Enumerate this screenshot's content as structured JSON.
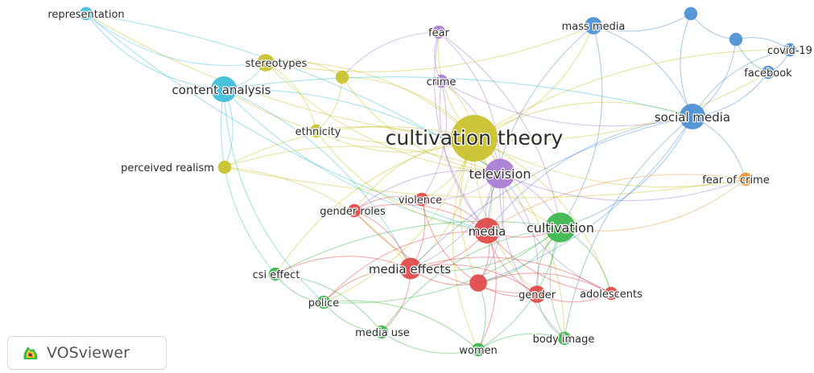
{
  "branding": {
    "name": "VOSviewer",
    "logo_icon": "vosviewer-logo-icon"
  },
  "clusters": {
    "yellow": "#c9c12a",
    "cyan": "#3dbcd9",
    "blue": "#4a8fd4",
    "purple": "#a87bd1",
    "red": "#e04848",
    "green": "#3ab54a",
    "orange": "#f0922e"
  },
  "nodes": [
    {
      "id": "cultivation-theory",
      "label": "cultivation theory",
      "cluster": "yellow",
      "weight": 10
    },
    {
      "id": "content-analysis",
      "label": "content analysis",
      "cluster": "cyan",
      "weight": 5
    },
    {
      "id": "representation",
      "label": "representation",
      "cluster": "cyan",
      "weight": 2
    },
    {
      "id": "stereotypes",
      "label": "stereotypes",
      "cluster": "yellow",
      "weight": 3
    },
    {
      "id": "ethnicity",
      "label": "ethnicity",
      "cluster": "yellow",
      "weight": 2
    },
    {
      "id": "perceived-realism",
      "label": "perceived realism",
      "cluster": "yellow",
      "weight": 2
    },
    {
      "id": "fear",
      "label": "fear",
      "cluster": "purple",
      "weight": 2
    },
    {
      "id": "crime",
      "label": "crime",
      "cluster": "purple",
      "weight": 2
    },
    {
      "id": "television",
      "label": "television",
      "cluster": "purple",
      "weight": 6
    },
    {
      "id": "mass-media",
      "label": "mass media",
      "cluster": "blue",
      "weight": 3
    },
    {
      "id": "covid-19",
      "label": "covid-19",
      "cluster": "blue",
      "weight": 2
    },
    {
      "id": "facebook",
      "label": "facebook",
      "cluster": "blue",
      "weight": 2
    },
    {
      "id": "social-media",
      "label": "social media",
      "cluster": "blue",
      "weight": 5
    },
    {
      "id": "fear-of-crime",
      "label": "fear of crime",
      "cluster": "orange",
      "weight": 2
    },
    {
      "id": "violence",
      "label": "violence",
      "cluster": "red",
      "weight": 2
    },
    {
      "id": "gender-roles",
      "label": "gender roles",
      "cluster": "red",
      "weight": 2
    },
    {
      "id": "media",
      "label": "media",
      "cluster": "red",
      "weight": 5
    },
    {
      "id": "cultivation",
      "label": "cultivation",
      "cluster": "green",
      "weight": 6
    },
    {
      "id": "media-effects",
      "label": "media effects",
      "cluster": "red",
      "weight": 4
    },
    {
      "id": "csi-effect",
      "label": "csi effect",
      "cluster": "green",
      "weight": 2
    },
    {
      "id": "police",
      "label": "police",
      "cluster": "green",
      "weight": 2
    },
    {
      "id": "media-use",
      "label": "media use",
      "cluster": "green",
      "weight": 2
    },
    {
      "id": "women",
      "label": "women",
      "cluster": "green",
      "weight": 2
    },
    {
      "id": "body-image",
      "label": "body image",
      "cluster": "green",
      "weight": 2
    },
    {
      "id": "gender",
      "label": "gender",
      "cluster": "red",
      "weight": 3
    },
    {
      "id": "adolescents",
      "label": "adolescents",
      "cluster": "red",
      "weight": 2
    },
    {
      "id": "n-yellow-1",
      "label": "",
      "cluster": "yellow",
      "weight": 2
    },
    {
      "id": "n-red-1",
      "label": "",
      "cluster": "red",
      "weight": 3
    },
    {
      "id": "n-blue-1",
      "label": "",
      "cluster": "blue",
      "weight": 2
    },
    {
      "id": "n-blue-2",
      "label": "",
      "cluster": "blue",
      "weight": 2
    }
  ],
  "links": [
    [
      "cultivation-theory",
      "content-analysis"
    ],
    [
      "cultivation-theory",
      "stereotypes"
    ],
    [
      "cultivation-theory",
      "ethnicity"
    ],
    [
      "cultivation-theory",
      "perceived-realism"
    ],
    [
      "cultivation-theory",
      "fear"
    ],
    [
      "cultivation-theory",
      "crime"
    ],
    [
      "cultivation-theory",
      "television"
    ],
    [
      "cultivation-theory",
      "mass-media"
    ],
    [
      "cultivation-theory",
      "social-media"
    ],
    [
      "cultivation-theory",
      "fear-of-crime"
    ],
    [
      "cultivation-theory",
      "violence"
    ],
    [
      "cultivation-theory",
      "gender-roles"
    ],
    [
      "cultivation-theory",
      "media"
    ],
    [
      "cultivation-theory",
      "cultivation"
    ],
    [
      "cultivation-theory",
      "media-effects"
    ],
    [
      "cultivation-theory",
      "csi-effect"
    ],
    [
      "cultivation-theory",
      "police"
    ],
    [
      "cultivation-theory",
      "gender"
    ],
    [
      "cultivation-theory",
      "adolescents"
    ],
    [
      "cultivation-theory",
      "n-yellow-1"
    ],
    [
      "cultivation-theory",
      "covid-19"
    ],
    [
      "cultivation-theory",
      "facebook"
    ],
    [
      "cultivation-theory",
      "representation"
    ],
    [
      "cultivation-theory",
      "n-red-1"
    ],
    [
      "cultivation-theory",
      "body-image"
    ],
    [
      "cultivation-theory",
      "women"
    ],
    [
      "content-analysis",
      "representation"
    ],
    [
      "content-analysis",
      "stereotypes"
    ],
    [
      "content-analysis",
      "television"
    ],
    [
      "content-analysis",
      "media"
    ],
    [
      "content-analysis",
      "social-media"
    ],
    [
      "content-analysis",
      "csi-effect"
    ],
    [
      "content-analysis",
      "perceived-realism"
    ],
    [
      "content-analysis",
      "police"
    ],
    [
      "content-analysis",
      "media-effects"
    ],
    [
      "representation",
      "stereotypes"
    ],
    [
      "representation",
      "television"
    ],
    [
      "representation",
      "media"
    ],
    [
      "stereotypes",
      "ethnicity"
    ],
    [
      "stereotypes",
      "television"
    ],
    [
      "stereotypes",
      "n-yellow-1"
    ],
    [
      "stereotypes",
      "mass-media"
    ],
    [
      "ethnicity",
      "television"
    ],
    [
      "ethnicity",
      "media"
    ],
    [
      "perceived-realism",
      "television"
    ],
    [
      "perceived-realism",
      "fear-of-crime"
    ],
    [
      "perceived-realism",
      "media-effects"
    ],
    [
      "fear",
      "crime"
    ],
    [
      "fear",
      "television"
    ],
    [
      "fear",
      "media"
    ],
    [
      "fear",
      "cultivation"
    ],
    [
      "fear",
      "n-yellow-1"
    ],
    [
      "crime",
      "television"
    ],
    [
      "crime",
      "media"
    ],
    [
      "crime",
      "violence"
    ],
    [
      "crime",
      "social-media"
    ],
    [
      "television",
      "cultivation"
    ],
    [
      "television",
      "media"
    ],
    [
      "television",
      "violence"
    ],
    [
      "television",
      "gender-roles"
    ],
    [
      "television",
      "media-effects"
    ],
    [
      "television",
      "fear-of-crime"
    ],
    [
      "television",
      "gender"
    ],
    [
      "television",
      "adolescents"
    ],
    [
      "television",
      "n-red-1"
    ],
    [
      "television",
      "body-image"
    ],
    [
      "mass-media",
      "social-media"
    ],
    [
      "mass-media",
      "n-blue-1"
    ],
    [
      "mass-media",
      "cultivation"
    ],
    [
      "mass-media",
      "media"
    ],
    [
      "social-media",
      "covid-19"
    ],
    [
      "social-media",
      "facebook"
    ],
    [
      "social-media",
      "n-blue-1"
    ],
    [
      "social-media",
      "n-blue-2"
    ],
    [
      "social-media",
      "cultivation"
    ],
    [
      "social-media",
      "media"
    ],
    [
      "social-media",
      "fear-of-crime"
    ],
    [
      "social-media",
      "media-effects"
    ],
    [
      "social-media",
      "n-red-1"
    ],
    [
      "social-media",
      "body-image"
    ],
    [
      "covid-19",
      "facebook"
    ],
    [
      "covid-19",
      "n-blue-2"
    ],
    [
      "facebook",
      "n-blue-2"
    ],
    [
      "n-blue-1",
      "n-blue-2"
    ],
    [
      "fear-of-crime",
      "cultivation"
    ],
    [
      "fear-of-crime",
      "media"
    ],
    [
      "violence",
      "media"
    ],
    [
      "violence",
      "gender-roles"
    ],
    [
      "violence",
      "media-effects"
    ],
    [
      "violence",
      "n-red-1"
    ],
    [
      "gender-roles",
      "media"
    ],
    [
      "gender-roles",
      "gender"
    ],
    [
      "gender-roles",
      "media-effects"
    ],
    [
      "media",
      "cultivation"
    ],
    [
      "media",
      "media-effects"
    ],
    [
      "media",
      "gender"
    ],
    [
      "media",
      "n-red-1"
    ],
    [
      "media",
      "adolescents"
    ],
    [
      "media",
      "women"
    ],
    [
      "media",
      "police"
    ],
    [
      "cultivation",
      "media-effects"
    ],
    [
      "cultivation",
      "gender"
    ],
    [
      "cultivation",
      "adolescents"
    ],
    [
      "cultivation",
      "body-image"
    ],
    [
      "cultivation",
      "women"
    ],
    [
      "cultivation",
      "media-use"
    ],
    [
      "cultivation",
      "n-red-1"
    ],
    [
      "cultivation",
      "csi-effect"
    ],
    [
      "cultivation",
      "police"
    ],
    [
      "media-effects",
      "n-red-1"
    ],
    [
      "media-effects",
      "gender"
    ],
    [
      "media-effects",
      "csi-effect"
    ],
    [
      "media-effects",
      "media-use"
    ],
    [
      "media-effects",
      "police"
    ],
    [
      "media-effects",
      "adolescents"
    ],
    [
      "csi-effect",
      "police"
    ],
    [
      "csi-effect",
      "media-use"
    ],
    [
      "police",
      "media-use"
    ],
    [
      "police",
      "women"
    ],
    [
      "media-use",
      "women"
    ],
    [
      "women",
      "body-image"
    ],
    [
      "women",
      "n-red-1"
    ],
    [
      "body-image",
      "gender"
    ],
    [
      "gender",
      "adolescents"
    ],
    [
      "gender",
      "n-red-1"
    ],
    [
      "adolescents",
      "n-red-1"
    ],
    [
      "n-yellow-1",
      "ethnicity"
    ],
    [
      "n-yellow-1",
      "television"
    ]
  ]
}
